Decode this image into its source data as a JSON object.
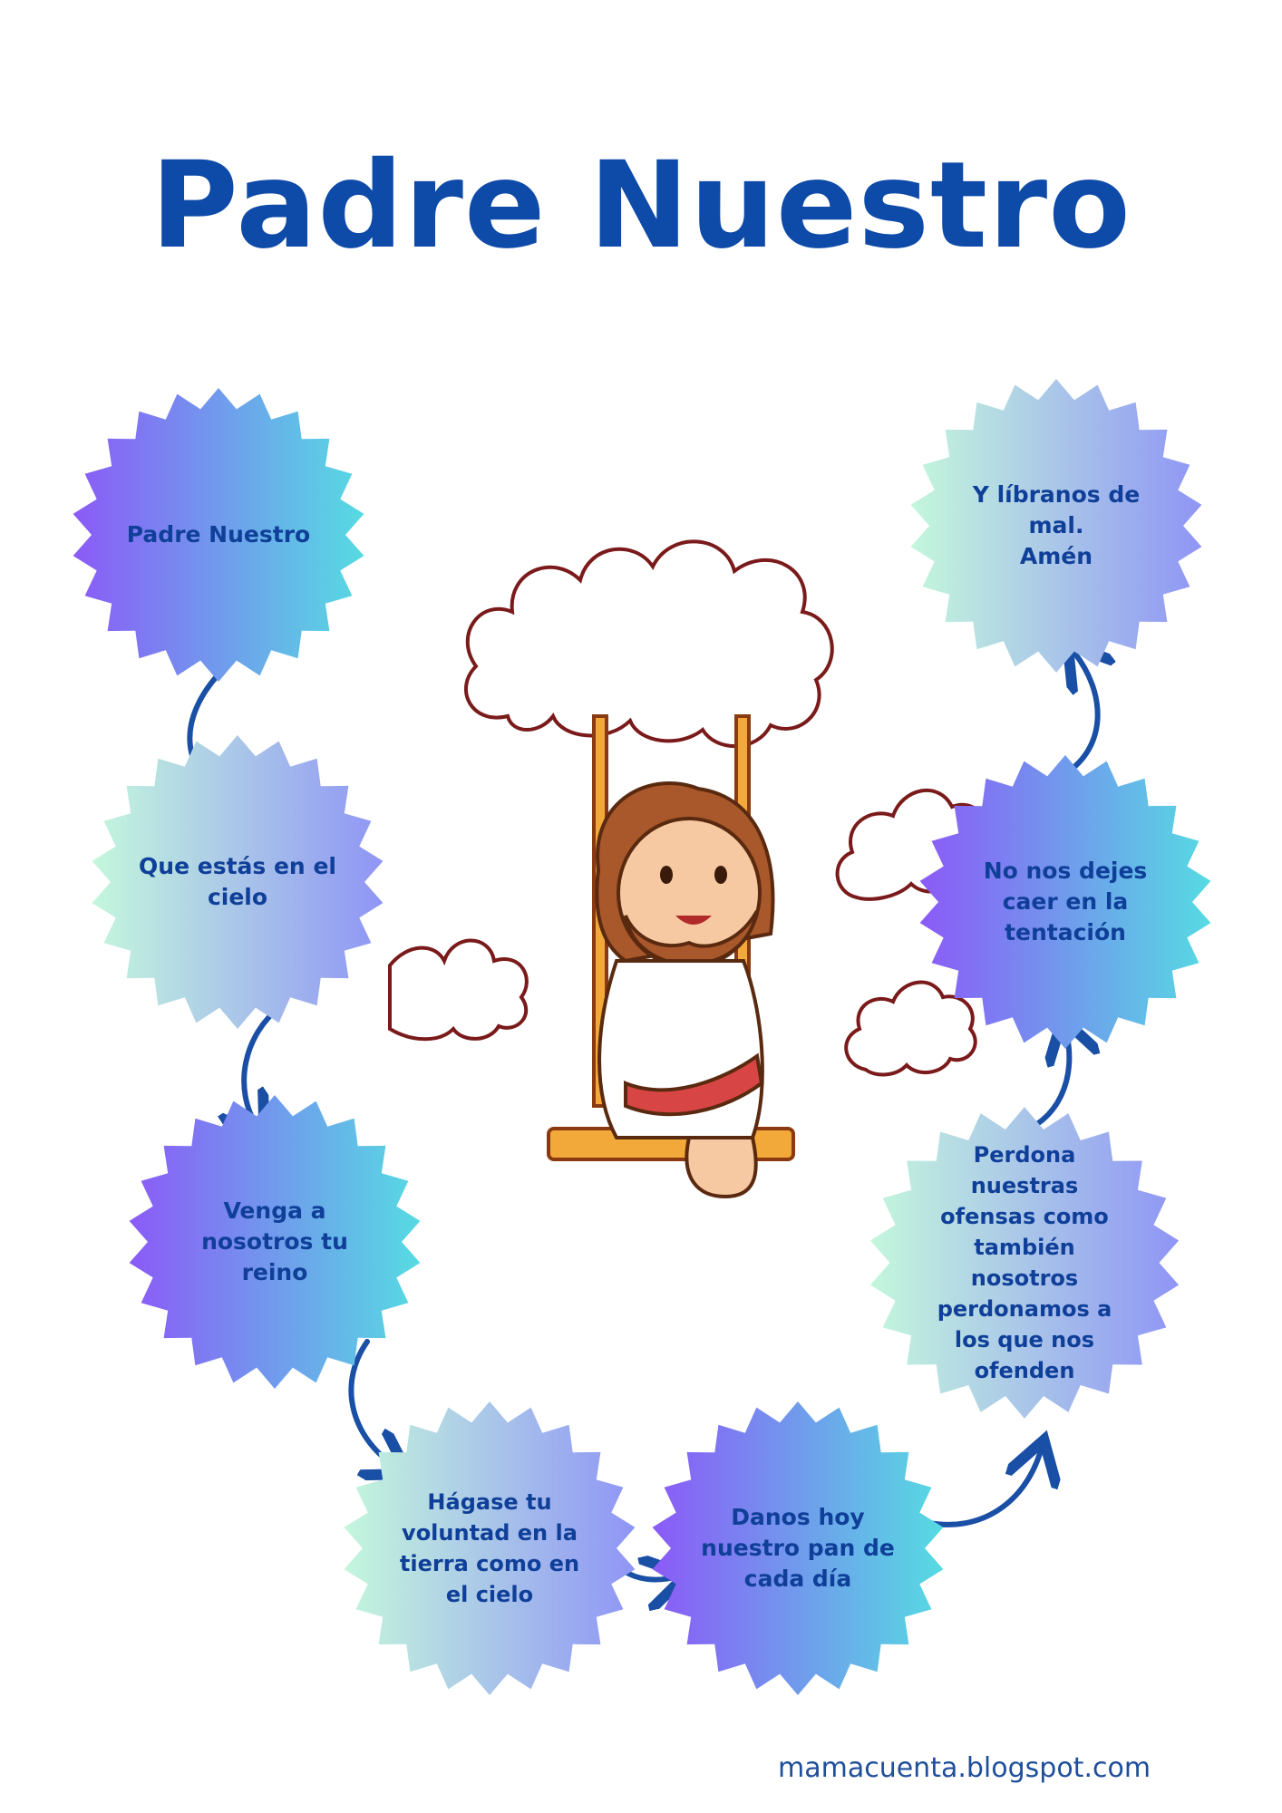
{
  "title": "Padre Nuestro",
  "steps": [
    {
      "text": "Padre Nuestro"
    },
    {
      "text": "Que estás en el\ncielo"
    },
    {
      "text": "Venga a\nnosotros tu\nreino"
    },
    {
      "text": "Hágase tu\nvoluntad en la\ntierra como en\nel cielo"
    },
    {
      "text": "Danos hoy\nnuestro pan de\ncada día"
    },
    {
      "text": "Perdona\nnuestras\nofensas como\ntambién\nnosotros\nperdonamos a\nlos que nos\nofenden"
    },
    {
      "text": "No nos dejes\ncaer en la\ntentación"
    },
    {
      "text": "Y líbranos de\nmal.\nAmén"
    }
  ],
  "footer": "mamacuenta.blogspot.com",
  "colors": {
    "title": "#0e4aa8",
    "text": "#0f3f98",
    "arrow": "#1a4fa6",
    "purple": "#8a5cf6",
    "mint": "#c3f5dc",
    "teal": "#5fd6e2"
  }
}
